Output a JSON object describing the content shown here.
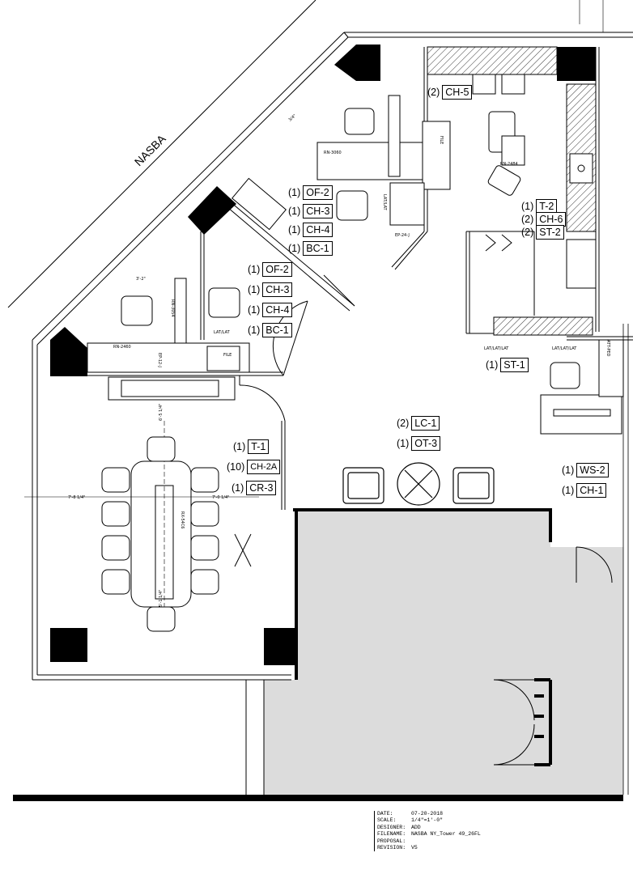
{
  "street_label": "NASBA",
  "furniture_tags": [
    {
      "qty": "(2)",
      "code": "CH-5"
    },
    {
      "qty": "(1)",
      "code": "OF-2"
    },
    {
      "qty": "(1)",
      "code": "CH-3"
    },
    {
      "qty": "(1)",
      "code": "CH-4"
    },
    {
      "qty": "(1)",
      "code": "BC-1"
    },
    {
      "qty": "(1)",
      "code": "T-2"
    },
    {
      "qty": "(2)",
      "code": "CH-6"
    },
    {
      "qty": "(2)",
      "code": "ST-2"
    },
    {
      "qty": "(1)",
      "code": "OF-2"
    },
    {
      "qty": "(1)",
      "code": "CH-3"
    },
    {
      "qty": "(1)",
      "code": "CH-4"
    },
    {
      "qty": "(1)",
      "code": "BC-1"
    },
    {
      "qty": "(1)",
      "code": "ST-1"
    },
    {
      "qty": "(2)",
      "code": "LC-1"
    },
    {
      "qty": "(1)",
      "code": "OT-3"
    },
    {
      "qty": "(1)",
      "code": "T-1"
    },
    {
      "qty": "(10)",
      "code": "CH-2A"
    },
    {
      "qty": "(1)",
      "code": "CR-3"
    },
    {
      "qty": "(1)",
      "code": "WS-2"
    },
    {
      "qty": "(1)",
      "code": "CH-1"
    }
  ],
  "small_labels": {
    "lat_lat_lat_1": "LAT/LAT/LAT",
    "lat_lat_lat_2": "LAT/LAT/LAT",
    "lat_lat_a": "LAT/LAT",
    "lat_lat_b": "LAT/LAT",
    "file_a": "FILE",
    "file_b": "FILE",
    "rx_54c6": "RX-54C6",
    "att_ped_a": "ATT-PED",
    "att_ped_b": "ATT-PED",
    "rn_3060": "RN-3060",
    "rn_2460": "RN-2460",
    "rn_2484": "RN-2484",
    "rn_3054": "RN-3054",
    "ep_24_j": "EP-24-J",
    "ep_12_j": "EP-12-J",
    "cs_2460": "3/4\"",
    "dim_a": "3'-2\"",
    "dim_b": "7'-8 1/4\"",
    "dim_c": "7'-0 1/4\"",
    "dim_d": "6'-5 1/4\"",
    "dim_e": "5'-1 1/4\""
  },
  "title_block": {
    "date_label": "DATE:",
    "date_value": "07-20-2018",
    "scale_label": "SCALE:",
    "scale_value": "1/4\"=1'-0\"",
    "designer_label": "DESIGNER:",
    "designer_value": "ADD",
    "filename_label": "FILENAME:",
    "filename_value": "NASBA NY_Tower 49_26FL",
    "proposal_label": "PROPOSAL:",
    "proposal_value": "",
    "revision_label": "REVISION:",
    "revision_value": "V5"
  }
}
